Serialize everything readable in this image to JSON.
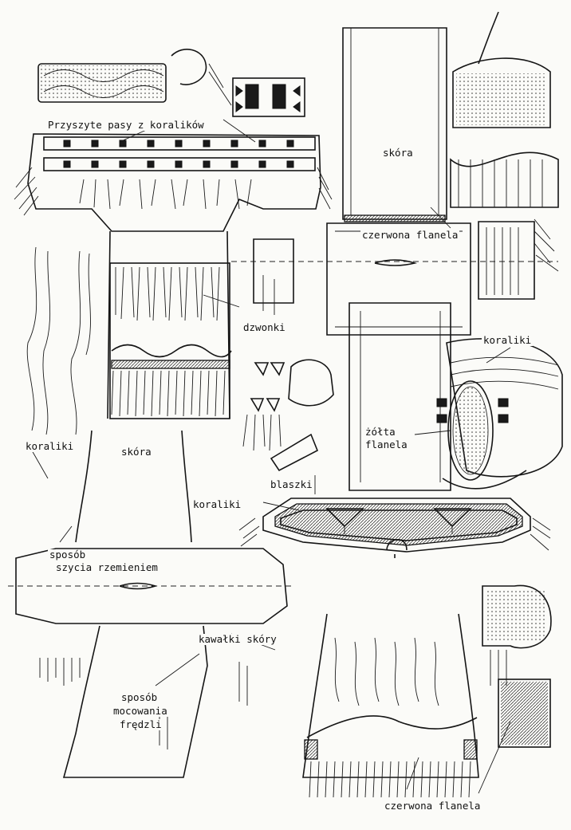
{
  "diagram": {
    "labels": {
      "przyszyte_pasy": "Przyszyte pasy z koralików",
      "skora_top_right": "skóra",
      "czerwona_flanela_top": "czerwona flanela",
      "dzwonki": "dzwonki",
      "koraliki_right": "koraliki",
      "zolta_flanela_line1": "żółta",
      "zolta_flanela_line2": "flanela",
      "koraliki_left": "koraliki",
      "skora_left": "skóra",
      "blaszki": "blaszki",
      "koraliki_center": "koraliki",
      "sposob_szycia_line1": "sposób",
      "sposob_szycia_line2": "szycia rzemieniem",
      "kawalki_skory": "kawałki skóry",
      "sposob_mocowania_line1": "sposób",
      "sposob_mocowania_line2": "mocowania",
      "sposob_mocowania_line3": "frędzli",
      "czerwona_flanela_bottom": "czerwona flanela"
    },
    "colors": {
      "ink": "#151515",
      "paper": "#fbfbf8"
    }
  }
}
